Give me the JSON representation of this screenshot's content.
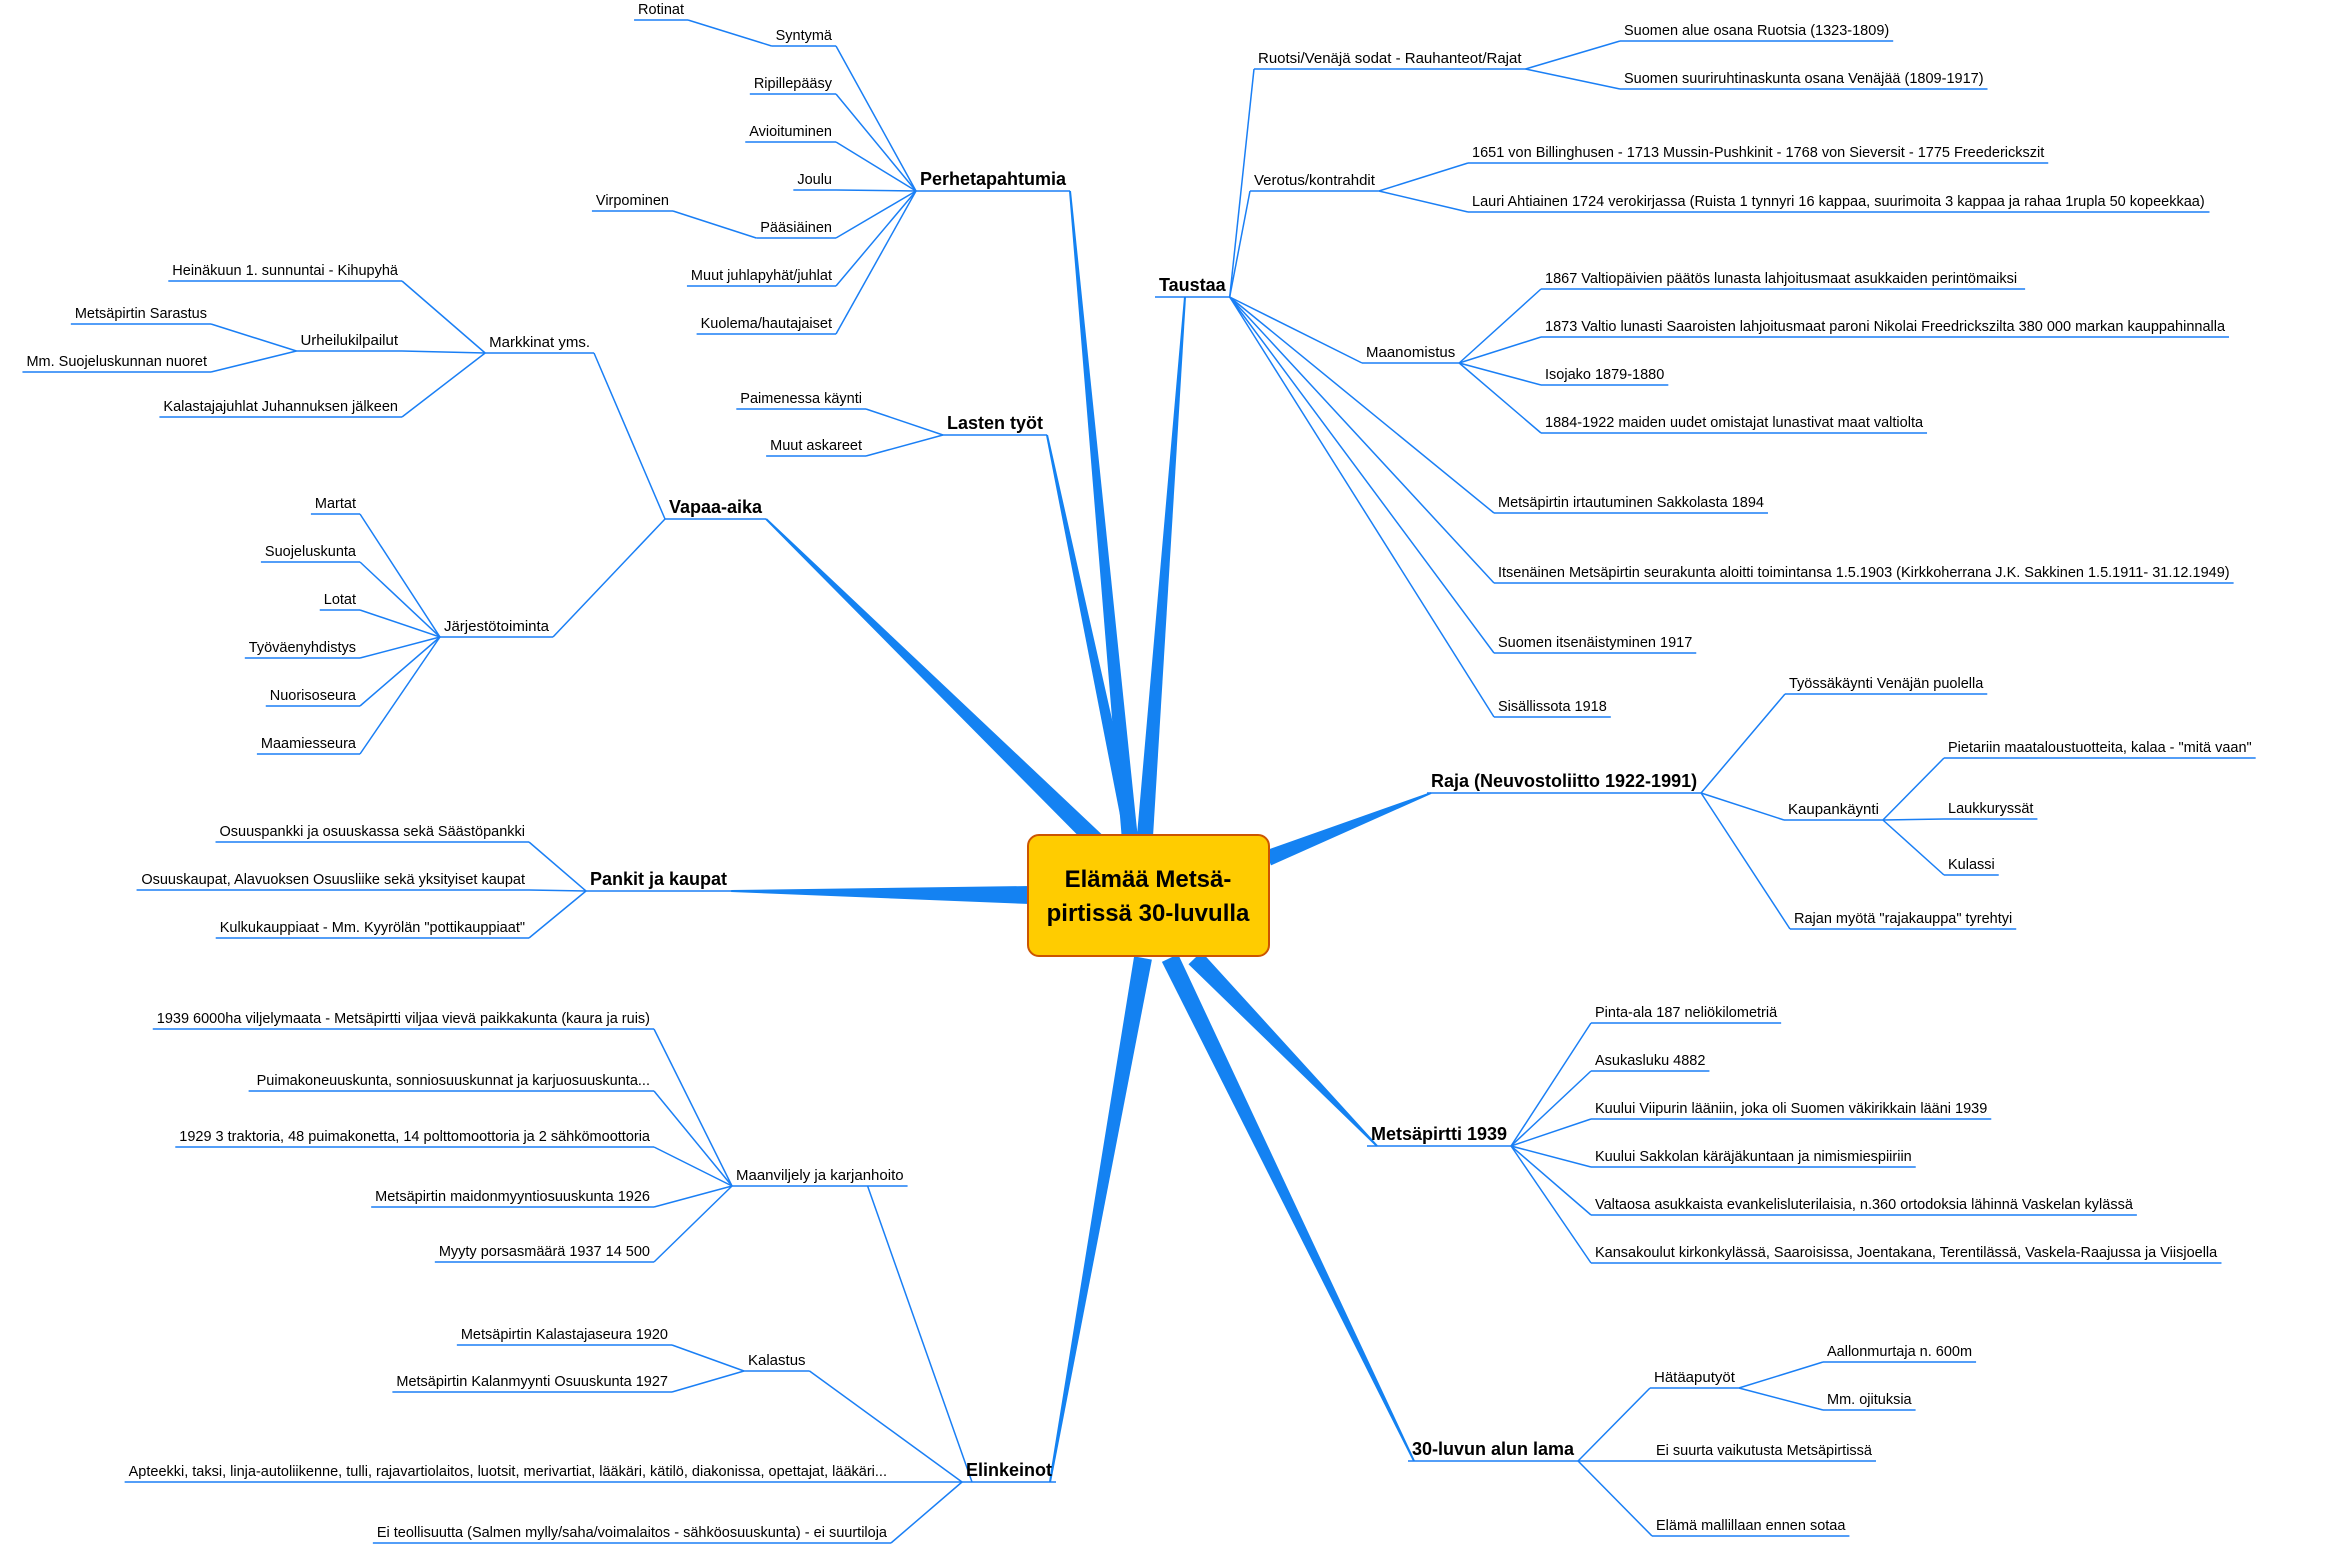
{
  "center": {
    "label1": "Elämää Metsä-",
    "label2": "pirtissä 30-luvulla"
  },
  "branches": {
    "perhetapahtumia": {
      "label": "Perhetapahtumia",
      "items": [
        "Syntymä",
        "Rotinat",
        "Ripillepääsy",
        "Avioituminen",
        "Joulu",
        "Pääsiäinen",
        "Virpominen",
        "Muut juhlapyhät/juhlat",
        "Kuolema/hautajaiset"
      ]
    },
    "lasten_tyot": {
      "label": "Lasten työt",
      "items": [
        "Paimenessa käynti",
        "Muut askareet"
      ]
    },
    "vapaa_aika": {
      "label": "Vapaa-aika",
      "markkinat": {
        "label": "Markkinat yms.",
        "items": [
          "Heinäkuun 1. sunnuntai - Kihupyhä",
          "Kalastajajuhlat Juhannuksen jälkeen"
        ],
        "urheilu": {
          "label": "Urheilukilpailut",
          "items": [
            "Metsäpirtin Sarastus",
            "Mm. Suojeluskunnan nuoret"
          ]
        }
      },
      "jarjestot": {
        "label": "Järjestötoiminta",
        "items": [
          "Martat",
          "Suojeluskunta",
          "Lotat",
          "Työväenyhdistys",
          "Nuorisoseura",
          "Maamiesseura"
        ]
      }
    },
    "pankit": {
      "label": "Pankit ja kaupat",
      "items": [
        "Osuuspankki ja osuuskassa sekä Säästöpankki",
        "Osuuskaupat, Alavuoksen Osuusliike sekä yksityiset kaupat",
        "Kulkukauppiaat - Mm. Kyyrölän \"pottikauppiaat\""
      ]
    },
    "elinkeinot": {
      "label": "Elinkeinot",
      "maanviljely": {
        "label": "Maanviljely ja karjanhoito",
        "items": [
          "1939 6000ha viljelymaata - Metsäpirtti viljaa vievä paikkakunta (kaura ja ruis)",
          "Puimakoneuuskunta,  sonniosuuskunnat ja karjuosuuskunta...",
          "1929 3 traktoria, 48 puimakonetta, 14 polttomoottoria ja 2 sähkömoottoria",
          "Metsäpirtin maidonmyyntiosuuskunta 1926",
          "Myyty porsasmäärä 1937 14 500"
        ]
      },
      "kalastus": {
        "label": "Kalastus",
        "items": [
          "Metsäpirtin Kalastajaseura 1920",
          "Metsäpirtin Kalanmyynti Osuuskunta 1927"
        ]
      },
      "items": [
        "Apteekki, taksi, linja-autoliikenne, tulli, rajavartiolaitos, luotsit, merivartiat, lääkäri, kätilö, diakonissa, opettajat, lääkäri...",
        "Ei teollisuutta (Salmen mylly/saha/voimalaitos - sähköosuuskunta) - ei suurtiloja"
      ]
    },
    "taustaa": {
      "label": "Taustaa",
      "ruotsi": {
        "label": "Ruotsi/Venäjä sodat - Rauhanteot/Rajat",
        "items": [
          "Suomen alue osana Ruotsia (1323-1809)",
          "Suomen suuriruhtinaskunta osana Venäjää (1809-1917)"
        ]
      },
      "verotus": {
        "label": "Verotus/kontrahdit",
        "items": [
          "1651 von Billinghusen - 1713 Mussin-Pushkinit - 1768 von Sieversit - 1775 Freederickszit",
          "Lauri Ahtiainen 1724 verokirjassa (Ruista 1 tynnyri 16 kappaa, suurimoita 3 kappaa ja rahaa 1rupla 50 kopeekkaa)"
        ]
      },
      "maanomistus": {
        "label": "Maanomistus",
        "items": [
          "1867 Valtiopäivien päätös lunasta lahjoitusmaat  asukkaiden perintömaiksi",
          "1873 Valtio lunasti Saaroisten lahjoitusmaat paroni Nikolai Freedrickszilta 380 000 markan kauppahinnalla",
          "Isojako 1879-1880",
          "1884-1922 maiden uudet omistajat lunastivat maat valtiolta"
        ]
      },
      "items": [
        "Metsäpirtin irtautuminen Sakkolasta 1894",
        "Itsenäinen Metsäpirtin seurakunta aloitti toimintansa 1.5.1903 (Kirkkoherrana J.K. Sakkinen 1.5.1911- 31.12.1949)",
        "Suomen itsenäistyminen 1917",
        "Sisällissota 1918"
      ]
    },
    "raja": {
      "label": "Raja (Neuvostoliitto 1922-1991)",
      "tyossakaynti": "Työssäkäynti Venäjän puolella",
      "kaupankaynti": {
        "label": "Kaupankäynti",
        "items": [
          "Pietariin maataloustuotteita, kalaa - \"mitä vaan\"",
          "Laukkuryssät",
          "Kulassi"
        ]
      },
      "rajakauppa": "Rajan myötä \"rajakauppa\" tyrehtyi"
    },
    "metsapirtti": {
      "label": "Metsäpirtti 1939",
      "items": [
        "Pinta-ala 187 neliökilometriä",
        "Asukasluku 4882",
        "Kuului Viipurin lääniin, joka oli Suomen väkirikkain lääni 1939",
        "Kuului Sakkolan käräjäkuntaan ja nimismiespiiriin",
        "Valtaosa asukkaista evankelisluterilaisia, n.360 ortodoksia lähinnä Vaskelan kylässä",
        "Kansakoulut kirkonkylässä, Saaroisissa, Joentakana, Terentilässä, Vaskela-Raajussa ja Viisjoella"
      ]
    },
    "lama": {
      "label": "30-luvun alun lama",
      "hataaputyot": {
        "label": "Hätäaputyöt",
        "items": [
          "Aallonmurtaja n. 600m",
          "Mm. ojituksia"
        ]
      },
      "items": [
        "Ei suurta vaikutusta Metsäpirtissä",
        "Elämä mallillaan ennen sotaa"
      ]
    }
  },
  "colors": {
    "line": "#1a7ff5",
    "thick": "#1482f2",
    "center_fill": "#ffcc00",
    "center_stroke": "#cc5500"
  }
}
